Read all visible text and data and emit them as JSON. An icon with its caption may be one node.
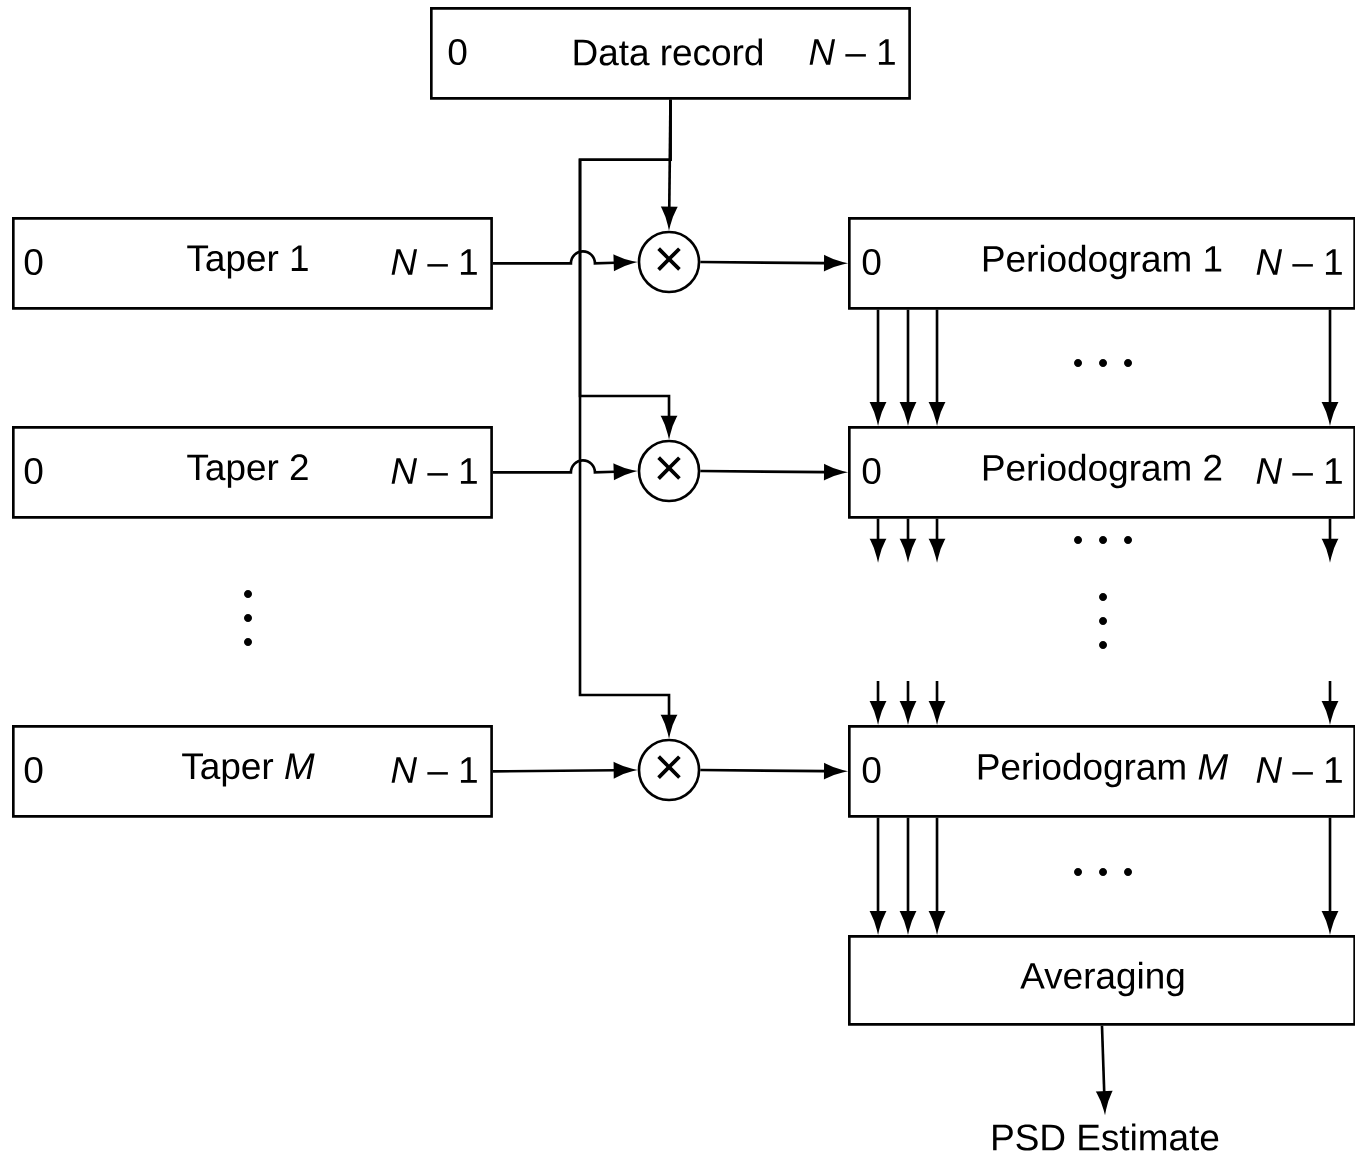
{
  "diagram": {
    "nodes": [
      {
        "text": [
          "0",
          "Data record",
          "*N* – 1"
        ]
      },
      {
        "text": [
          "0",
          "Taper 1",
          "*N* – 1"
        ]
      },
      {
        "text": [
          "0",
          "Taper 2",
          "*N* – 1"
        ]
      },
      {
        "text": [
          "0",
          "Taper *M*",
          "*N* – 1"
        ]
      },
      {
        "text": [
          "×"
        ]
      },
      {
        "text": [
          "×"
        ]
      },
      {
        "text": [
          "×"
        ]
      },
      {
        "text": [
          "0",
          "Periodogram 1",
          "*N* – 1"
        ]
      },
      {
        "text": [
          "0",
          "Periodogram 2",
          "*N* – 1"
        ]
      },
      {
        "text": [
          "0",
          "Periodogram *M*",
          "*N* – 1"
        ]
      },
      {
        "text": [
          "Averaging"
        ]
      },
      {
        "text": [
          "PSD Estimate"
        ]
      }
    ],
    "edges": [
      {
        "from": 0,
        "to": 4,
        "arrow": "to"
      },
      {
        "from": 0,
        "to": 5,
        "arrow": "to"
      },
      {
        "from": 0,
        "to": 6,
        "arrow": "to"
      },
      {
        "from": 1,
        "to": 4,
        "arrow": "to"
      },
      {
        "from": 4,
        "to": 7,
        "arrow": "to"
      },
      {
        "from": 2,
        "to": 5,
        "arrow": "to"
      },
      {
        "from": 5,
        "to": 8,
        "arrow": "to"
      },
      {
        "from": 3,
        "to": 6,
        "arrow": "to"
      },
      {
        "from": 6,
        "to": 9,
        "arrow": "to"
      },
      {
        "from": 7,
        "to": 8,
        "arrow": "to"
      },
      {
        "from": 7,
        "to": 8,
        "arrow": "to"
      },
      {
        "from": 7,
        "to": 8,
        "arrow": "to"
      },
      {
        "from": 7,
        "to": 8,
        "arrow": "to"
      },
      {
        "from": 8,
        "to": null,
        "arrow": "to"
      },
      {
        "from": 8,
        "to": null,
        "arrow": "to"
      },
      {
        "from": 8,
        "to": null,
        "arrow": "to"
      },
      {
        "from": 8,
        "to": null,
        "arrow": "to"
      },
      {
        "from": null,
        "to": 9,
        "arrow": "to"
      },
      {
        "from": null,
        "to": 9,
        "arrow": "to"
      },
      {
        "from": null,
        "to": 9,
        "arrow": "to"
      },
      {
        "from": null,
        "to": 9,
        "arrow": "to"
      },
      {
        "from": 9,
        "to": 10,
        "arrow": "to"
      },
      {
        "from": 9,
        "to": 10,
        "arrow": "to"
      },
      {
        "from": 9,
        "to": 10,
        "arrow": "to"
      },
      {
        "from": 9,
        "to": 10,
        "arrow": "to"
      },
      {
        "from": 10,
        "to": 11,
        "arrow": "to"
      }
    ]
  }
}
